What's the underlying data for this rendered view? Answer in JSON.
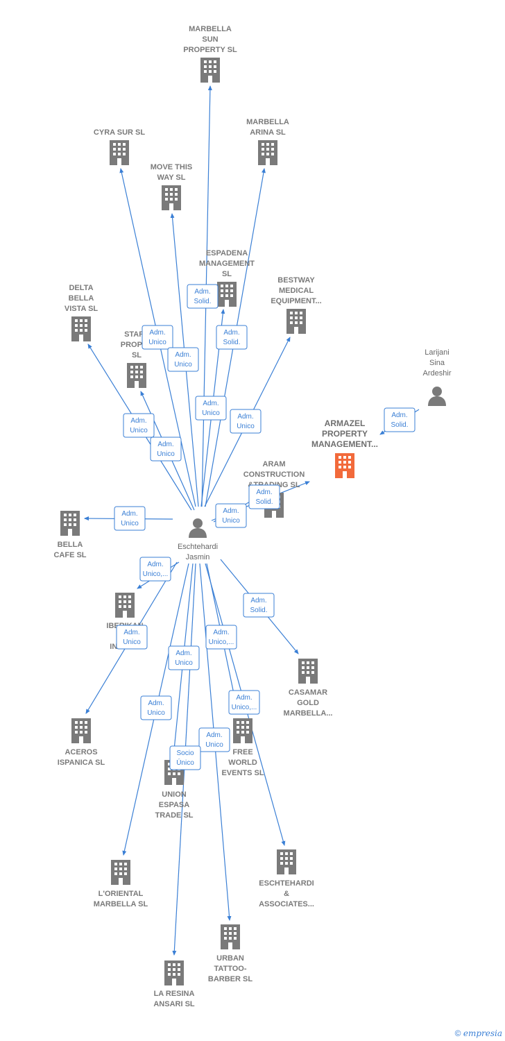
{
  "colors": {
    "edge": "#3a7fd5",
    "building": "#7a7a7a",
    "main_building": "#f26a3b",
    "person": "#7a7a7a"
  },
  "nodes": [
    {
      "id": "marbella-sun",
      "type": "company",
      "lines": [
        "MARBELLA",
        "SUN",
        "PROPERTY  SL"
      ]
    },
    {
      "id": "cyra-sur",
      "type": "company",
      "lines": [
        "CYRA SUR SL"
      ]
    },
    {
      "id": "marbella-arina",
      "type": "company",
      "lines": [
        "MARBELLA",
        "ARINA  SL"
      ]
    },
    {
      "id": "move-this-way",
      "type": "company",
      "lines": [
        "MOVE THIS",
        "WAY  SL"
      ]
    },
    {
      "id": "espadena",
      "type": "company",
      "lines": [
        "ESPADENA",
        "MANAGEMENT",
        "SL"
      ]
    },
    {
      "id": "bestway",
      "type": "company",
      "lines": [
        "BESTWAY",
        "MEDICAL",
        "EQUIPMENT..."
      ]
    },
    {
      "id": "delta-bella",
      "type": "company",
      "lines": [
        "DELTA",
        "BELLA",
        "VISTA  SL"
      ]
    },
    {
      "id": "starl",
      "type": "company",
      "lines": [
        "STARL",
        "PROPER",
        "SL"
      ]
    },
    {
      "id": "larijani",
      "type": "person",
      "lines": [
        "Larijani",
        "Sina",
        "Ardeshir"
      ]
    },
    {
      "id": "armazel",
      "type": "main",
      "lines": [
        "ARMAZEL",
        "PROPERTY",
        "MANAGEMENT..."
      ]
    },
    {
      "id": "aram",
      "type": "company",
      "lines": [
        "ARAM",
        "CONSTRUCTION",
        "&TRADING  SL"
      ]
    },
    {
      "id": "bella-cafe",
      "type": "company",
      "lines": [
        "BELLA",
        "CAFE SL"
      ]
    },
    {
      "id": "eschtehardi-jasmin",
      "type": "person",
      "lines": [
        "Eschtehardi",
        "Jasmin"
      ]
    },
    {
      "id": "iberikan",
      "type": "company",
      "lines": [
        "IBERIKAN",
        "GI",
        "INVER        L"
      ]
    },
    {
      "id": "casamar",
      "type": "company",
      "lines": [
        "CASAMAR",
        "GOLD",
        "MARBELLA..."
      ]
    },
    {
      "id": "aceros",
      "type": "company",
      "lines": [
        "ACEROS",
        "ISPANICA  SL"
      ]
    },
    {
      "id": "free-world",
      "type": "company",
      "lines": [
        "FREE",
        "WORLD",
        "EVENTS  SL"
      ]
    },
    {
      "id": "union-espasa",
      "type": "company",
      "lines": [
        "UNION",
        "ESPASA",
        "TRADE  SL"
      ]
    },
    {
      "id": "loriental",
      "type": "company",
      "lines": [
        "L'ORIENTAL",
        "MARBELLA  SL"
      ]
    },
    {
      "id": "eschtehardi-assoc",
      "type": "company",
      "lines": [
        "ESCHTEHARDI",
        "&",
        "ASSOCIATES..."
      ]
    },
    {
      "id": "urban-tattoo",
      "type": "company",
      "lines": [
        "URBAN",
        "TATTOO-",
        "BARBER  SL"
      ]
    },
    {
      "id": "la-resina",
      "type": "company",
      "lines": [
        "LA RESINA",
        "ANSARI  SL"
      ]
    }
  ],
  "badges": [
    {
      "id": "b-espadena",
      "lines": [
        "Adm.",
        "Solid."
      ]
    },
    {
      "id": "b-cyra",
      "lines": [
        "Adm.",
        "Unico"
      ]
    },
    {
      "id": "b-move",
      "lines": [
        "Adm.",
        "Unico"
      ]
    },
    {
      "id": "b-arina",
      "lines": [
        "Adm.",
        "Solid."
      ]
    },
    {
      "id": "b-sun",
      "lines": [
        "Adm.",
        "Unico"
      ]
    },
    {
      "id": "b-bestway",
      "lines": [
        "Adm.",
        "Unico"
      ]
    },
    {
      "id": "b-delta",
      "lines": [
        "Adm.",
        "Unico"
      ]
    },
    {
      "id": "b-starl",
      "lines": [
        "Adm.",
        "Unico"
      ]
    },
    {
      "id": "b-larijani",
      "lines": [
        "Adm.",
        "Solid."
      ]
    },
    {
      "id": "b-armazel",
      "lines": [
        "Adm.",
        "Solid."
      ]
    },
    {
      "id": "b-aram",
      "lines": [
        "Adm.",
        "Unico"
      ]
    },
    {
      "id": "b-bella",
      "lines": [
        "Adm.",
        "Unico"
      ]
    },
    {
      "id": "b-iberikan",
      "lines": [
        "Adm.",
        "Unico,..."
      ]
    },
    {
      "id": "b-casamar",
      "lines": [
        "Adm.",
        "Solid."
      ]
    },
    {
      "id": "b-aceros",
      "lines": [
        "Adm.",
        "Unico"
      ]
    },
    {
      "id": "b-assoc",
      "lines": [
        "Adm.",
        "Unico,..."
      ]
    },
    {
      "id": "b-union",
      "lines": [
        "Adm.",
        "Unico"
      ]
    },
    {
      "id": "b-free",
      "lines": [
        "Adm.",
        "Unico,..."
      ]
    },
    {
      "id": "b-loriental",
      "lines": [
        "Adm.",
        "Unico"
      ]
    },
    {
      "id": "b-urban",
      "lines": [
        "Adm.",
        "Unico"
      ]
    },
    {
      "id": "b-resina",
      "lines": [
        "Socio",
        "Único"
      ]
    }
  ],
  "footer": {
    "copyright": "©",
    "brand": "empresia"
  }
}
